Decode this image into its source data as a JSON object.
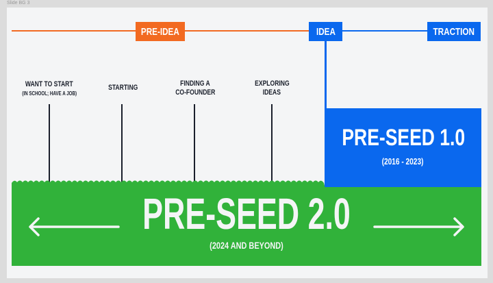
{
  "slide_label": "Slide BG 3",
  "timeline": {
    "pre_idea": "PRE-IDEA",
    "idea": "IDEA",
    "traction": "TRACTION"
  },
  "stages": [
    {
      "title": "WANT TO START",
      "subtitle": "(IN SCHOOL; HAVE A JOB)"
    },
    {
      "title": "STARTING",
      "subtitle": ""
    },
    {
      "title": "FINDING A",
      "subtitle": "CO-FOUNDER"
    },
    {
      "title": "EXPLORING",
      "subtitle": "IDEAS"
    }
  ],
  "preseed1": {
    "title": "PRE-SEED 1.0",
    "years": "(2016 - 2023)"
  },
  "preseed2": {
    "title": "PRE-SEED 2.0",
    "years": "(2024 AND BEYOND)"
  },
  "colors": {
    "orange": "#f26a21",
    "blue": "#0a68ee",
    "green": "#31b23a"
  }
}
